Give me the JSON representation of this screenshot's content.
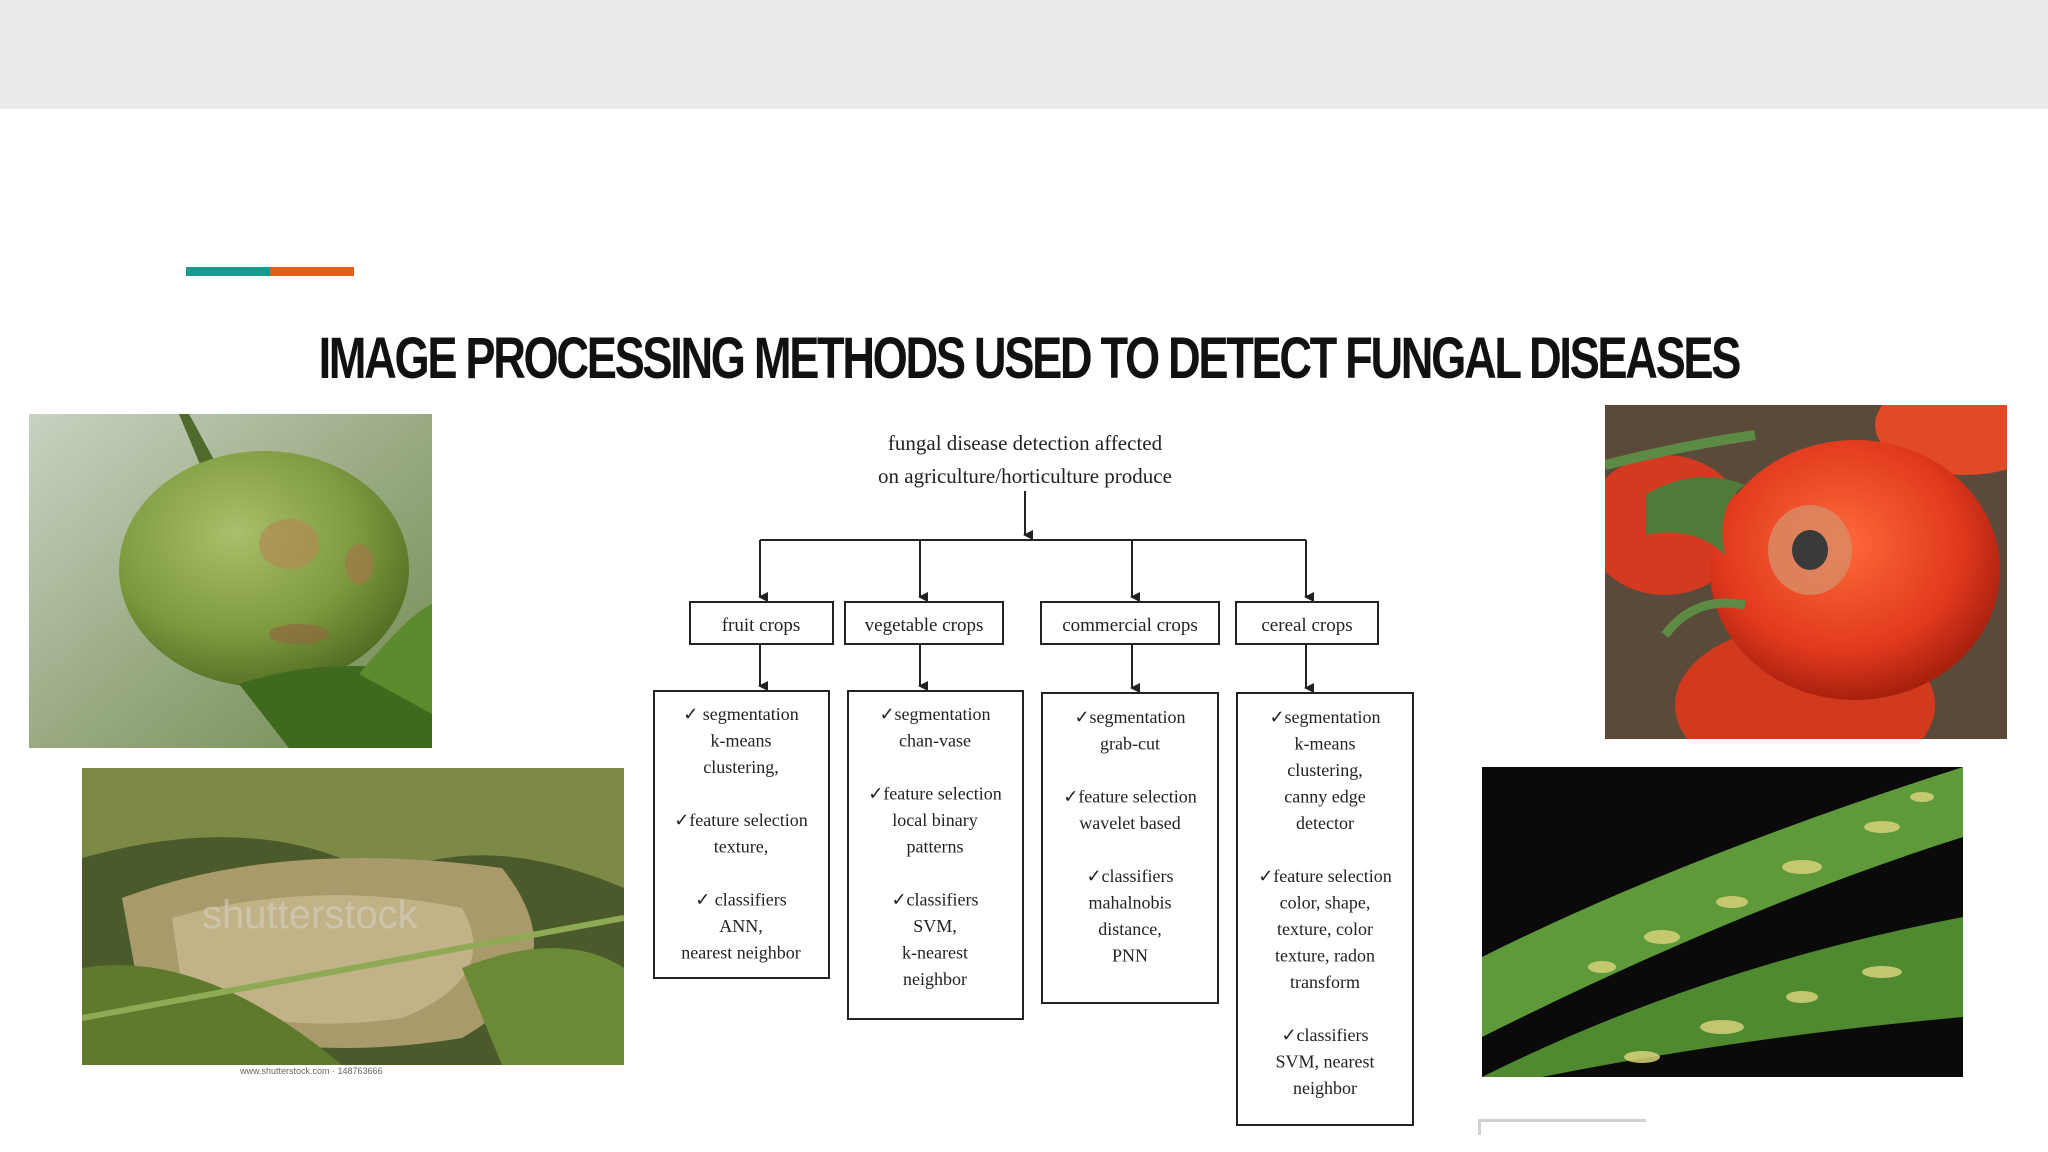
{
  "slide": {
    "title": "IMAGE PROCESSING METHODS USED TO DETECT FUNGAL DISEASES",
    "accent_colors": [
      "#1a9a8e",
      "#e0601a"
    ],
    "watermark_text": "www.shutterstock.com · 148763666"
  },
  "photos": [
    {
      "name": "lemon-fruit-scab-photo",
      "icon": "lemon-fruit-photo"
    },
    {
      "name": "diseased-leaves-photo",
      "icon": "leaf-blight-photo"
    },
    {
      "name": "tomato-lesion-photo",
      "icon": "tomato-photo"
    },
    {
      "name": "cereal-leaf-spots-photo",
      "icon": "grass-leaf-photo"
    }
  ],
  "diagram": {
    "root": [
      "fungal disease detection affected",
      "on agriculture/horticulture produce"
    ],
    "categories": [
      {
        "label": "fruit crops",
        "details": [
          "✓  segmentation",
          "k-means",
          "clustering,",
          "",
          "✓feature selection",
          "texture,",
          "",
          "✓  classifiers",
          "ANN,",
          "nearest neighbor"
        ]
      },
      {
        "label": "vegetable crops",
        "details": [
          "✓segmentation",
          "chan-vase",
          "",
          "✓feature selection",
          "local binary",
          "patterns",
          "",
          "✓classifiers",
          "SVM,",
          "k-nearest",
          "neighbor"
        ]
      },
      {
        "label": "commercial crops",
        "details": [
          "✓segmentation",
          "grab-cut",
          "",
          "✓feature selection",
          "wavelet based",
          "",
          "✓classifiers",
          "mahalnobis",
          "distance,",
          "PNN"
        ]
      },
      {
        "label": "cereal crops",
        "details": [
          "✓segmentation",
          "k-means",
          "clustering,",
          "canny edge",
          "detector",
          "",
          "✓feature selection",
          "color, shape,",
          "texture, color",
          "texture, radon",
          "transform",
          "",
          "✓classifiers",
          "SVM, nearest",
          "neighbor"
        ]
      }
    ]
  }
}
